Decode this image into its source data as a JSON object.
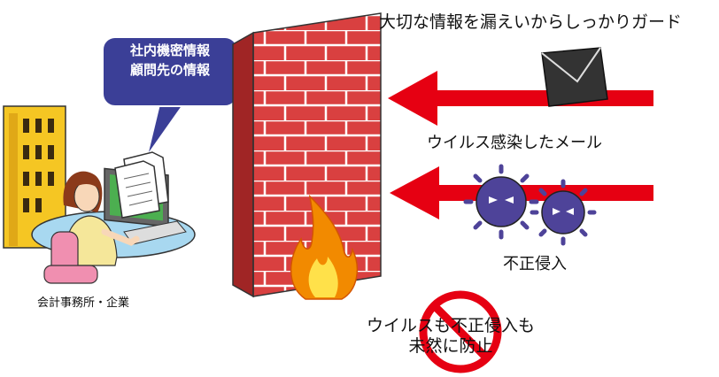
{
  "tagline": "大切な情報を漏えいからしっかりガード",
  "bubble": {
    "line1": "社内機密情報",
    "line2": "顧問先の情報",
    "color": "#3B3F97"
  },
  "threats": {
    "virus_mail": "ウイルス感染したメール",
    "intrusion": "不正侵入"
  },
  "office_label": "会計事務所・企業",
  "prevent_message": {
    "line1": "ウイルスも不正侵入も",
    "line2": "未然に防止"
  },
  "colors": {
    "wall_brick": "#D94040",
    "wall_mortar": "#ffffff",
    "arrow_red": "#E60012",
    "virus_purple": "#4E4399",
    "prohibit_red": "#E60012",
    "building": "#F5C623",
    "flame": "#F28A00"
  },
  "icons": [
    "firewall-wall-icon",
    "envelope-icon",
    "virus-icon",
    "flame-icon",
    "prohibited-icon",
    "building-icon",
    "office-worker-icon",
    "document-icon"
  ]
}
